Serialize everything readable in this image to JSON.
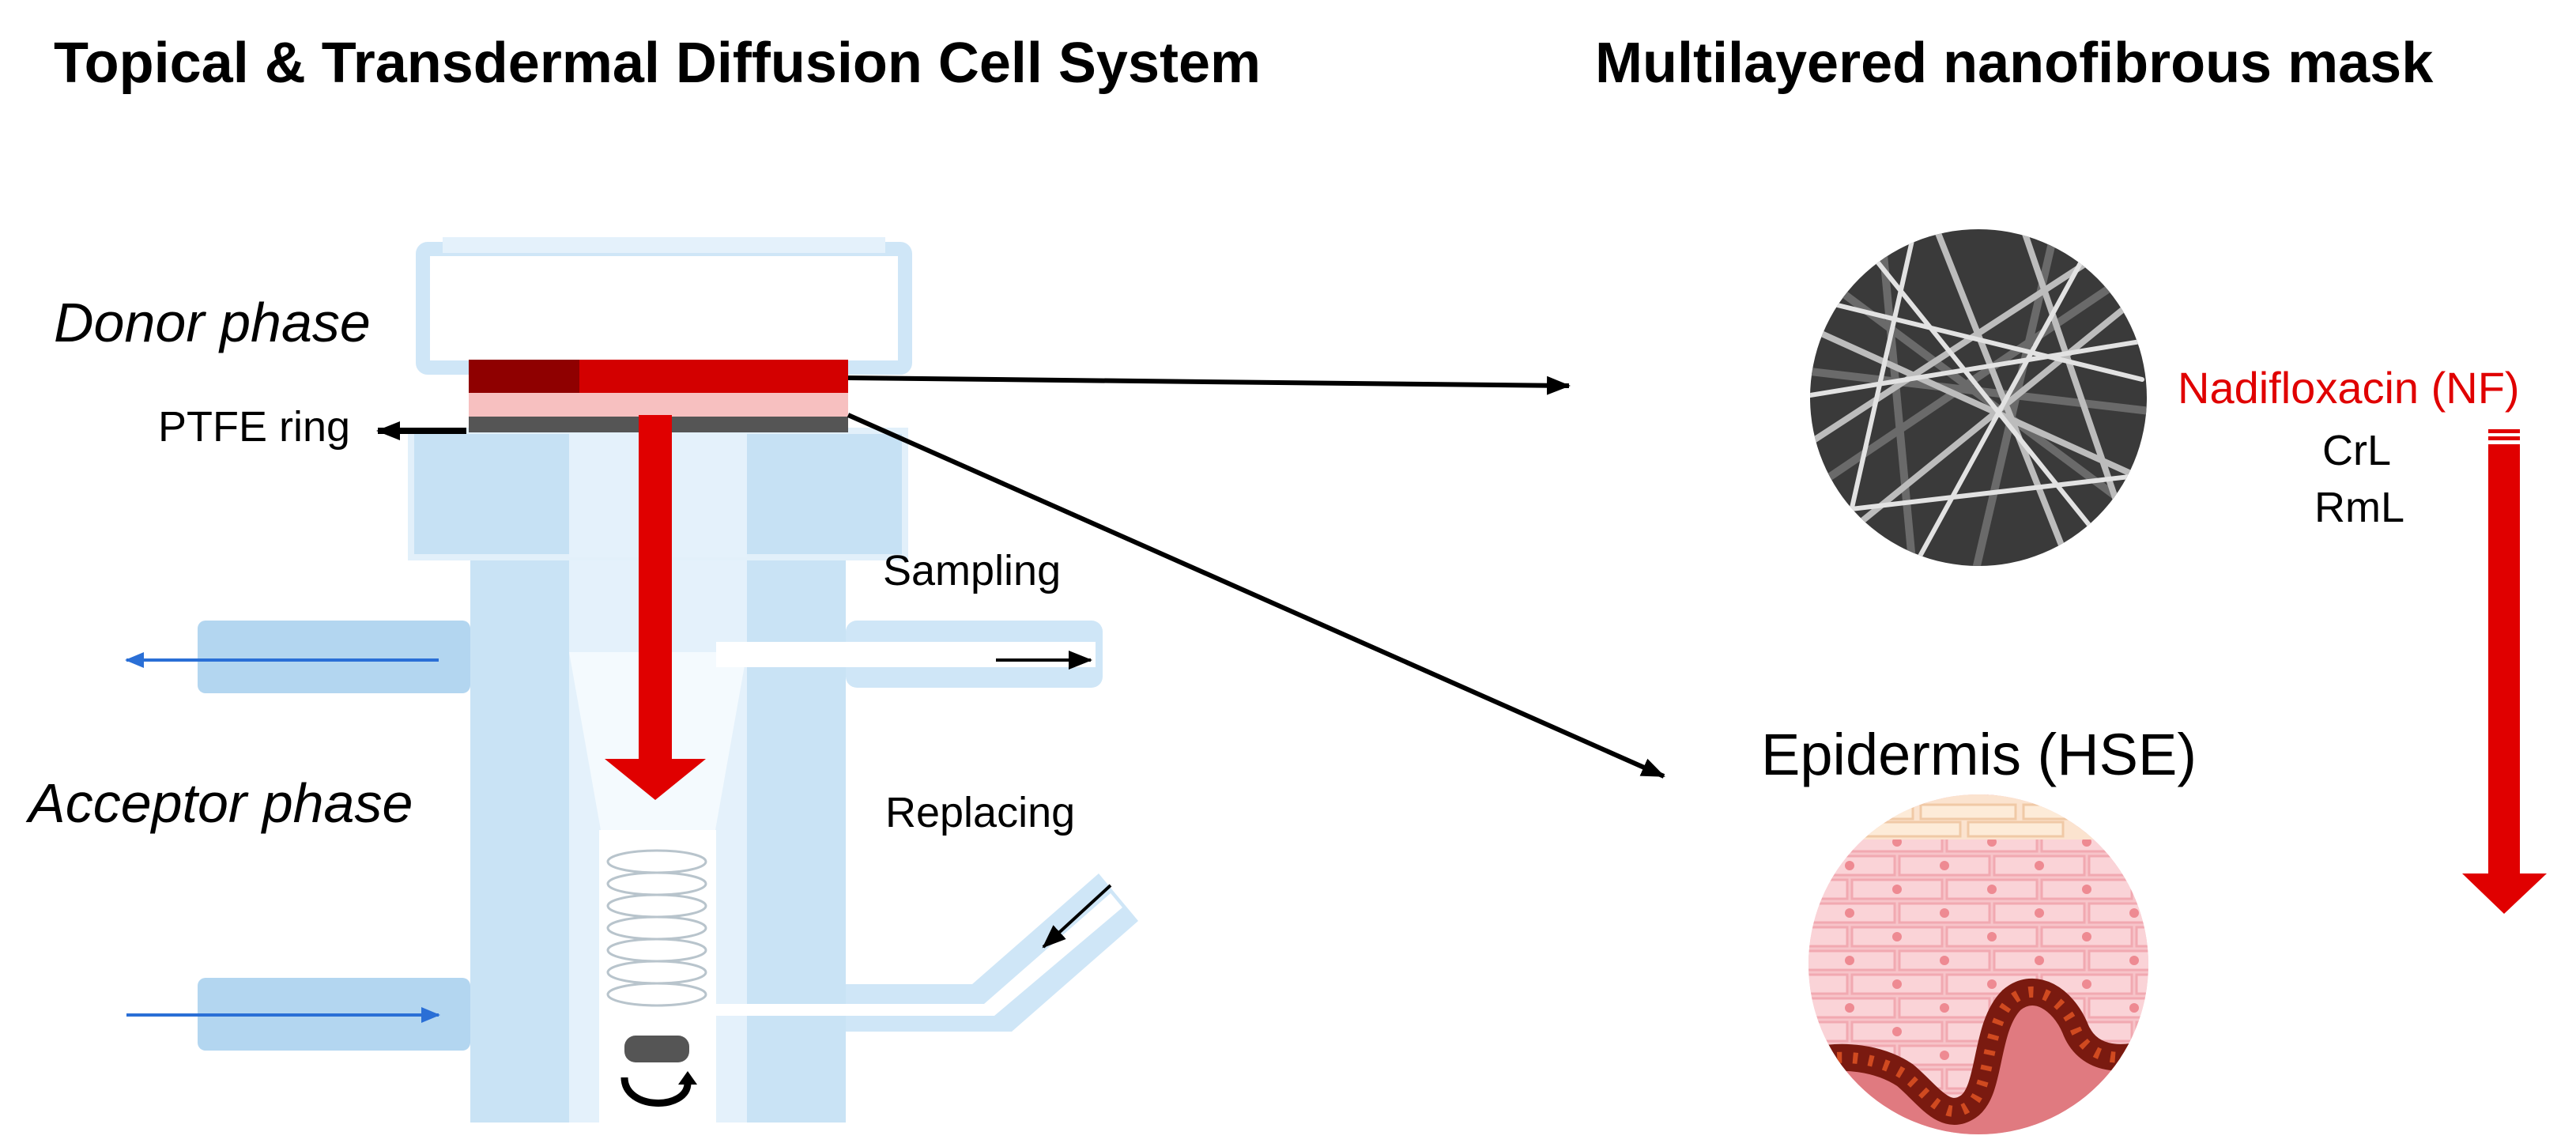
{
  "left_title": "Topical & Transdermal Diffusion Cell System",
  "right_title": "Multilayered  nanofibrous mask",
  "labels": {
    "donor_phase": "Donor phase",
    "ptfe_ring": "PTFE ring",
    "acceptor_phase": "Acceptor phase",
    "sampling": "Sampling",
    "replacing": "Replacing",
    "epidermis": "Epidermis (HSE)"
  },
  "layers": {
    "drug": "Nadifloxacin  (NF)",
    "crl": "CrL",
    "rml": "RmL"
  },
  "colors": {
    "cell_blue": "#bcdcf2",
    "drug_red": "#e00000",
    "flow_arrow_blue": "#2a6fd6",
    "ptfe_gray": "#555555"
  },
  "icons": {
    "fiber_image": "nanofiber-sem-icon",
    "skin_image": "skin-epidermis-icon",
    "stir_bar": "magnetic-stir-bar-icon"
  }
}
